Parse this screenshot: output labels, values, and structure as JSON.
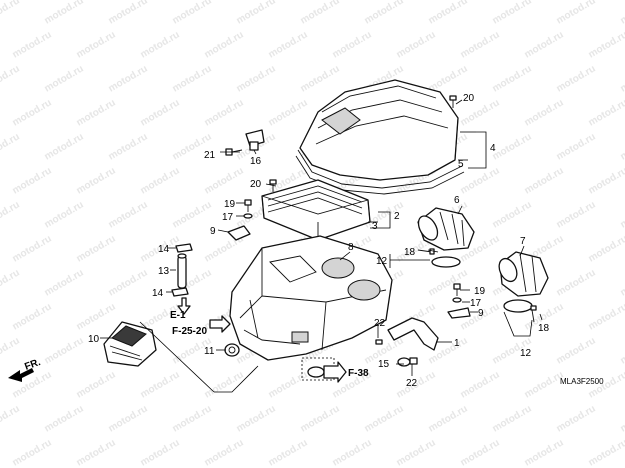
{
  "watermark": "motod.ru",
  "diagram_code": "MLA3F2500",
  "front_label": "FR.",
  "refs": {
    "e1": "E-1",
    "f2520": "F-25-20",
    "f38": "F-38"
  },
  "parts": {
    "p1": "1",
    "p2": "2",
    "p3": "3",
    "p4": "4",
    "p5": "5",
    "p6": "6",
    "p7": "7",
    "p8": "8",
    "p9a": "9",
    "p9b": "9",
    "p10": "10",
    "p11": "11",
    "p12a": "12",
    "p12b": "12",
    "p13": "13",
    "p14a": "14",
    "p14b": "14",
    "p15": "15",
    "p16": "16",
    "p17a": "17",
    "p17b": "17",
    "p18a": "18",
    "p18b": "18",
    "p19a": "19",
    "p19b": "19",
    "p20a": "20",
    "p20b": "20",
    "p21": "21",
    "p22a": "22",
    "p22b": "22"
  }
}
